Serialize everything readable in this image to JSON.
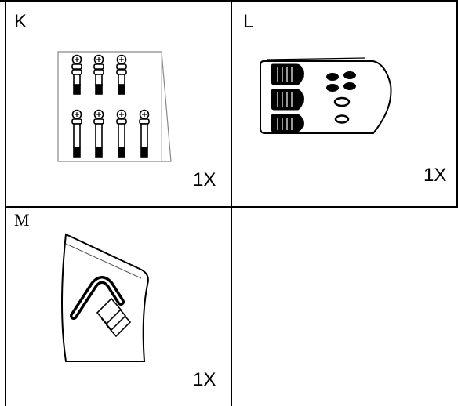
{
  "cells": {
    "k": {
      "letter": "K",
      "quantity": "1X",
      "illustration": "screws-in-tent-card-icon"
    },
    "l": {
      "letter": "L",
      "quantity": "1X",
      "illustration": "button-set-panel-icon"
    },
    "m": {
      "letter": "M",
      "quantity": "1X",
      "illustration": "clip-and-cards-bag-icon"
    }
  }
}
